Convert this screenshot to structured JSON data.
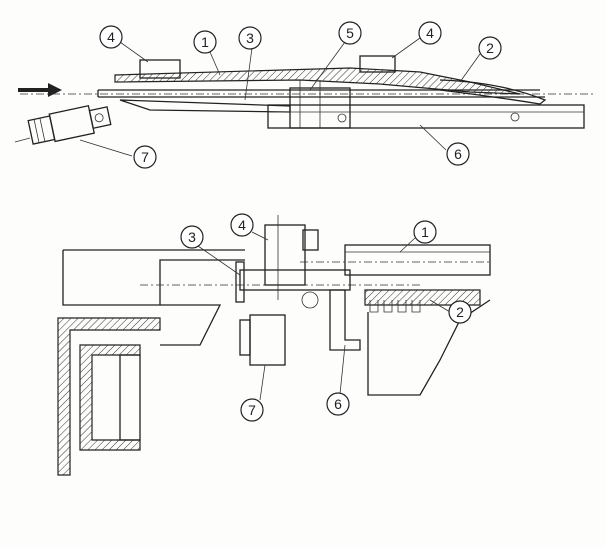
{
  "top_view": {
    "callouts": [
      {
        "id": "top-4a",
        "label": "4"
      },
      {
        "id": "top-1",
        "label": "1"
      },
      {
        "id": "top-3",
        "label": "3"
      },
      {
        "id": "top-5",
        "label": "5"
      },
      {
        "id": "top-4b",
        "label": "4"
      },
      {
        "id": "top-2",
        "label": "2"
      },
      {
        "id": "top-6",
        "label": "6"
      },
      {
        "id": "top-7",
        "label": "7"
      }
    ]
  },
  "section_view": {
    "callouts": [
      {
        "id": "sec-3",
        "label": "3"
      },
      {
        "id": "sec-4",
        "label": "4"
      },
      {
        "id": "sec-1",
        "label": "1"
      },
      {
        "id": "sec-2",
        "label": "2"
      },
      {
        "id": "sec-7",
        "label": "7"
      },
      {
        "id": "sec-6",
        "label": "6"
      }
    ]
  }
}
